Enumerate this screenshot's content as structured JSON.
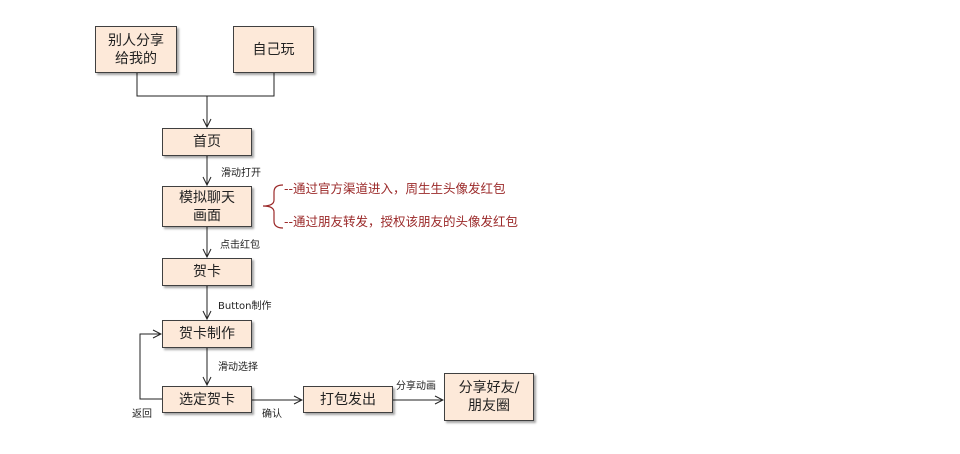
{
  "nodes": {
    "shared": "别人分享\n给我的",
    "self_play": "自己玩",
    "home": "首页",
    "chat": "模拟聊天\n画面",
    "card": "贺卡",
    "card_make": "贺卡制作",
    "card_select": "选定贺卡",
    "pack_send": "打包发出",
    "share": "分享好友/\n朋友圈"
  },
  "edges": {
    "slide_open": "滑动打开",
    "click_red_packet": "点击红包",
    "button_make": "Button制作",
    "slide_select": "滑动选择",
    "back": "返回",
    "confirm": "确认",
    "share_anim": "分享动画"
  },
  "notes": [
    "--通过官方渠道进入，周生生头像发红包",
    "--通过朋友转发，授权该朋友的头像发红包"
  ],
  "colors": {
    "box_fill": "#fde9d9",
    "note": "#9b2a2a"
  }
}
